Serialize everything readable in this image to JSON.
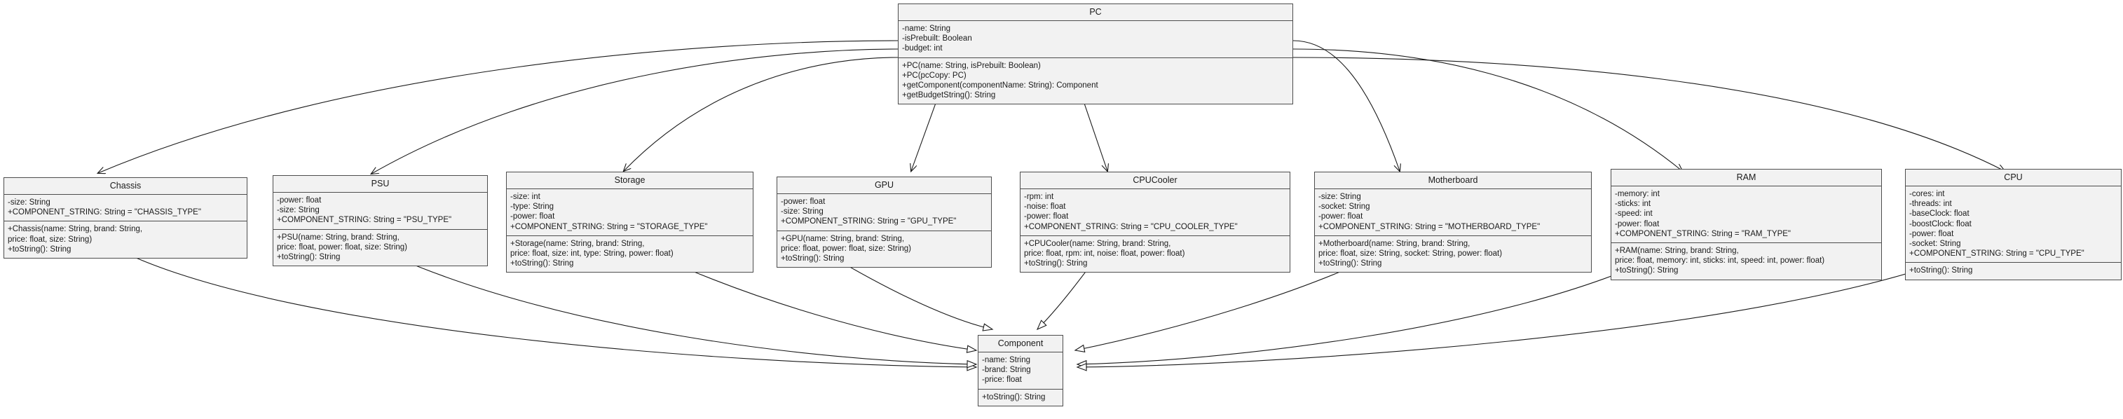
{
  "diagram": {
    "title": "PC Builder UML Class Diagram",
    "type": "uml-class-diagram",
    "background_color": "#ffffff",
    "class_fill_color": "#f2f2f2",
    "class_border_color": "#4d4d4d",
    "text_color": "#1a1a1a"
  },
  "classes": {
    "pc": {
      "name": "PC",
      "attributes": [
        "-name: String",
        "-isPrebuilt: Boolean",
        "-budget: int"
      ],
      "operations": [
        "+PC(name: String, isPrebuilt: Boolean)",
        "+PC(pcCopy: PC)",
        "+getComponent(componentName: String): Component",
        "+getBudgetString(): String"
      ]
    },
    "component": {
      "name": "Component",
      "attributes": [
        "-name: String",
        "-brand: String",
        "-price: float"
      ],
      "operations": [
        "+toString(): String"
      ]
    },
    "chassis": {
      "name": "Chassis",
      "attributes": [
        "-size: String",
        "+COMPONENT_STRING: String = \"CHASSIS_TYPE\""
      ],
      "operations": [
        "+Chassis(name: String, brand: String,",
        "price: float, size: String)",
        "+toString(): String"
      ]
    },
    "psu": {
      "name": "PSU",
      "attributes": [
        "-power: float",
        "-size: String",
        "+COMPONENT_STRING: String = \"PSU_TYPE\""
      ],
      "operations": [
        "+PSU(name: String, brand: String,",
        "price: float, power: float, size: String)",
        "+toString(): String"
      ]
    },
    "storage": {
      "name": "Storage",
      "attributes": [
        "-size: int",
        "-type: String",
        "-power: float",
        "+COMPONENT_STRING: String = \"STORAGE_TYPE\""
      ],
      "operations": [
        "+Storage(name: String, brand: String,",
        "price: float, size: int, type: String, power: float)",
        "+toString(): String"
      ]
    },
    "gpu": {
      "name": "GPU",
      "attributes": [
        "-power: float",
        "-size: String",
        "+COMPONENT_STRING: String = \"GPU_TYPE\""
      ],
      "operations": [
        "+GPU(name: String, brand: String,",
        "price: float, power: float, size: String)",
        "+toString(): String"
      ]
    },
    "cpucooler": {
      "name": "CPUCooler",
      "attributes": [
        "-rpm: int",
        "-noise: float",
        "-power: float",
        "+COMPONENT_STRING: String = \"CPU_COOLER_TYPE\""
      ],
      "operations": [
        "+CPUCooler(name: String, brand: String,",
        "price: float, rpm: int, noise: float, power: float)",
        "+toString(): String"
      ]
    },
    "motherboard": {
      "name": "Motherboard",
      "attributes": [
        "-size: String",
        "-socket: String",
        "-power: float",
        "+COMPONENT_STRING: String = \"MOTHERBOARD_TYPE\""
      ],
      "operations": [
        "+Motherboard(name: String, brand: String,",
        "price: float, size: String, socket: String, power: float)",
        "+toString(): String"
      ]
    },
    "ram": {
      "name": "RAM",
      "attributes": [
        "-memory: int",
        "-sticks: int",
        "-speed: int",
        "-power: float",
        "+COMPONENT_STRING: String = \"RAM_TYPE\""
      ],
      "operations": [
        "+RAM(name: String, brand: String,",
        "price: float, memory: int, sticks: int, speed: int, power: float)",
        "+toString(): String"
      ]
    },
    "cpu": {
      "name": "CPU",
      "attributes": [
        "-cores: int",
        "-threads: int",
        "-baseClock: float",
        "-boostClock: float",
        "-power: float",
        "-socket: String",
        "+COMPONENT_STRING: String = \"CPU_TYPE\""
      ],
      "operations": [
        "+toString(): String"
      ]
    }
  },
  "relationships": {
    "associations_from_pc": [
      "Chassis",
      "PSU",
      "Storage",
      "GPU",
      "CPUCooler",
      "Motherboard",
      "RAM",
      "CPU"
    ],
    "generalizations_to_component": [
      "Chassis",
      "PSU",
      "Storage",
      "GPU",
      "CPUCooler",
      "Motherboard",
      "RAM",
      "CPU"
    ]
  }
}
